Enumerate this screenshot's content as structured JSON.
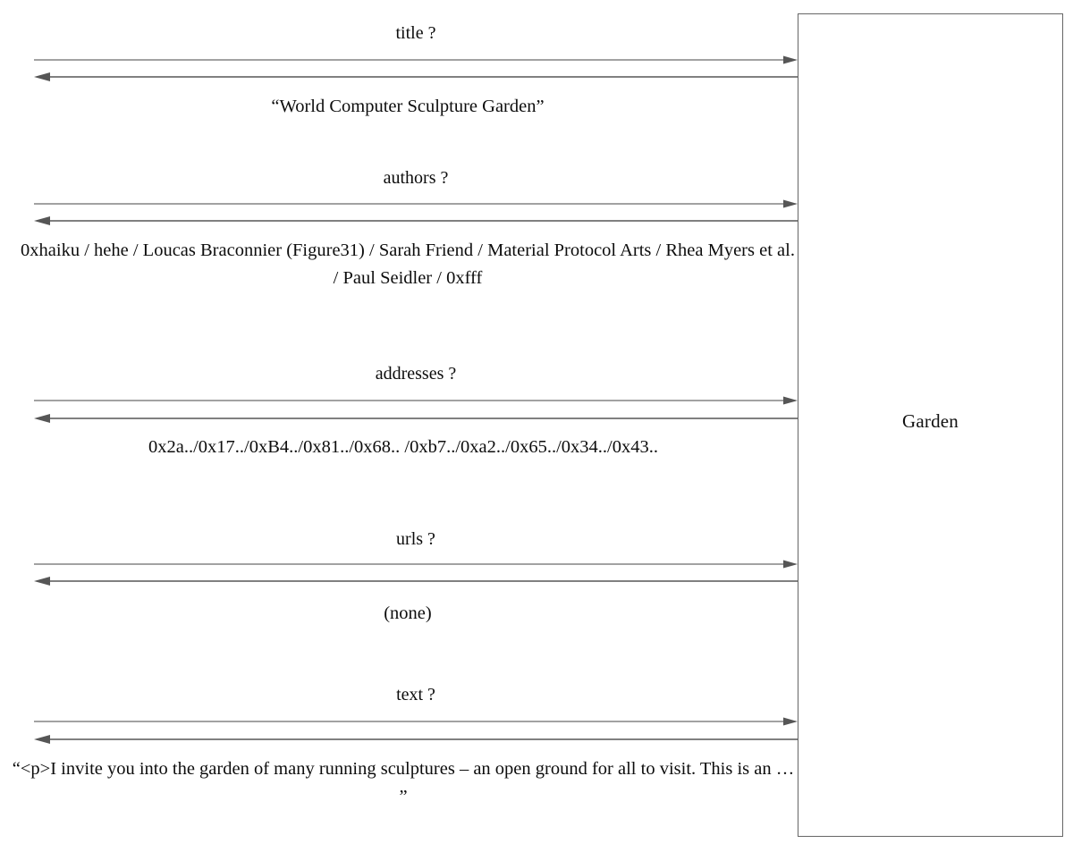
{
  "diagram": {
    "type": "sequence-diagram",
    "participant": {
      "name": "Garden"
    },
    "exchanges": [
      {
        "id": "title",
        "query": "title ?",
        "reply": "“World Computer Sculpture Garden”"
      },
      {
        "id": "authors",
        "query": "authors ?",
        "reply": "0xhaiku / hehe / Loucas Braconnier (Figure31) / Sarah Friend / Material Protocol Arts / Rhea Myers et al. / Paul Seidler / 0xfff"
      },
      {
        "id": "addresses",
        "query": "addresses ?",
        "reply": "0x2a../0x17../0xB4../0x81../0x68.. /0xb7../0xa2../0x65../0x34../0x43.."
      },
      {
        "id": "urls",
        "query": "urls ?",
        "reply": "(none)"
      },
      {
        "id": "text",
        "query": "text ?",
        "reply": "“<p>I invite you into the garden of many running sculptures – an open ground for all to visit. This is an … ”"
      }
    ]
  },
  "colors": {
    "background": "#ffffff",
    "stroke": "#565656",
    "box_border": "#666666",
    "text": "#0d0d0d"
  }
}
